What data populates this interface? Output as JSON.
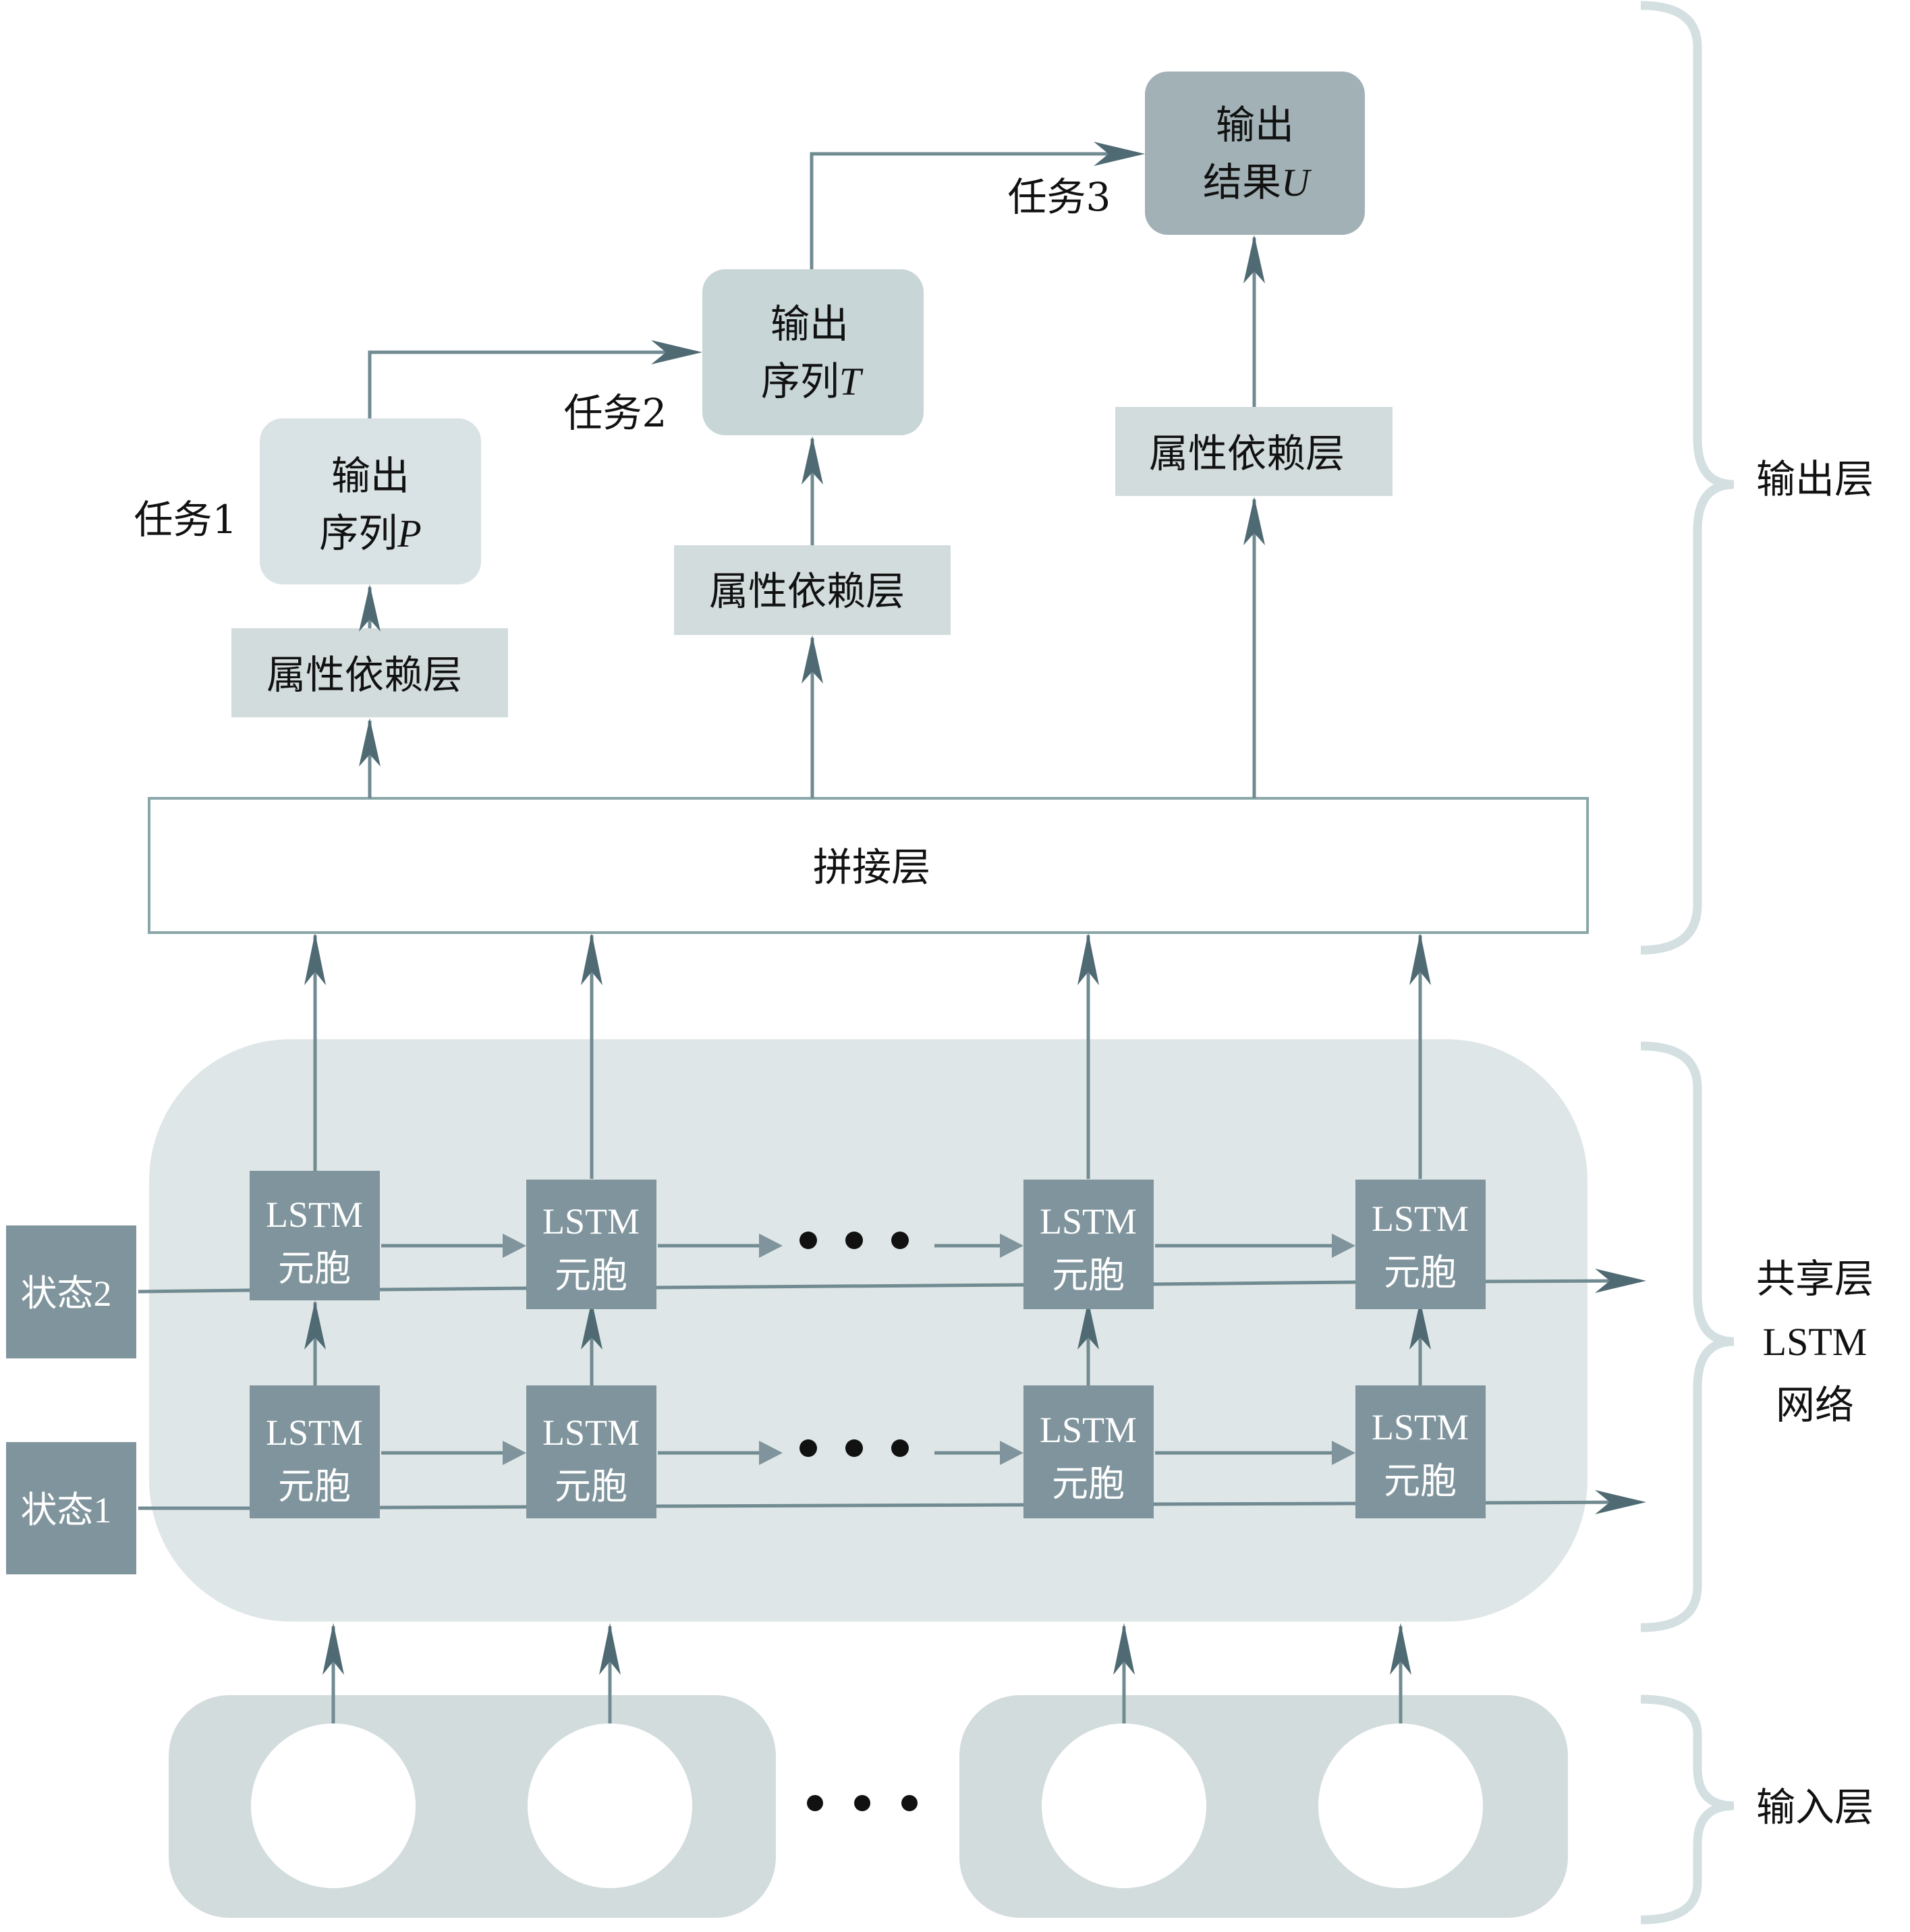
{
  "colors": {
    "line": "#718b92",
    "arrowhead": "#4f6a73",
    "lstm_box": "#7f949c",
    "shared_bg": "#dfe6e7",
    "input_bg": "#d3dcdd",
    "brace": "#d3dfe1",
    "box_p": "#d9e2e4",
    "box_t": "#c8d6d8",
    "box_u": "#a2b1b6",
    "attr_box": "#d3dcdd",
    "concat_border": "#8aa6a8"
  },
  "output_layer": {
    "tasks": [
      {
        "task_label": "任务1",
        "box_line1": "输出",
        "box_line2_prefix": "序列",
        "box_line2_var": "P"
      },
      {
        "task_label": "任务2",
        "box_line1": "输出",
        "box_line2_prefix": "序列",
        "box_line2_var": "T"
      },
      {
        "task_label": "任务3",
        "box_line1": "输出",
        "box_line2_prefix": "结果",
        "box_line2_var": "U"
      }
    ],
    "attr_layers": [
      "属性依赖层",
      "属性依赖层",
      "属性依赖层"
    ],
    "concat_layer": "拼接层"
  },
  "shared_layer": {
    "states": [
      "状态2",
      "状态1"
    ],
    "cell_line1": "LSTM",
    "cell_line2": "元胞",
    "ellipsis": "• • •"
  },
  "input_layer": {
    "ellipsis": "• • •"
  },
  "braces": {
    "output": "输出层",
    "shared_line1": "共享层",
    "shared_line2": "LSTM",
    "shared_line3": "网络",
    "input": "输入层"
  }
}
